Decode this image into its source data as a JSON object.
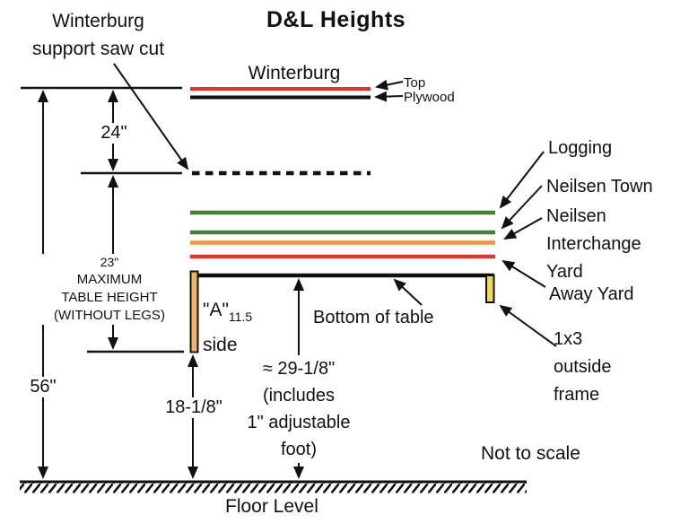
{
  "title": "D&L Heights",
  "annotations": {
    "saw_cut_line1": "Winterburg",
    "saw_cut_line2": "support saw cut",
    "winterburg_track": "Winterburg",
    "top_arrow_label": "Top",
    "plywood_arrow_label": "Plywood",
    "logging": "Logging",
    "neilsen_town": "Neilsen Town",
    "neilsen_interchange_line1": "Neilsen",
    "neilsen_interchange_line2": "Interchange",
    "neilsen_interchange_line3": "Yard",
    "away_yard": "Away Yard",
    "frame_line1": "1x3",
    "frame_line2": "outside",
    "frame_line3": "frame",
    "bottom_of_table": "Bottom of table",
    "a_side": {
      "a": "\"A\"",
      "sub": "11.5",
      "side": "side"
    },
    "not_to_scale": "Not to scale",
    "floor_level": "Floor Level"
  },
  "dimensions": {
    "height_24": "24\"",
    "height_23": "23\"",
    "max_table_line1": "MAXIMUM",
    "max_table_line2": "TABLE HEIGHT",
    "max_table_line3": "(WITHOUT LEGS)",
    "height_56": "56\"",
    "height_18": "18-1/8\"",
    "height_29_line1": "≈ 29-1/8\"",
    "height_29_line2": "(includes",
    "height_29_line3": "1\" adjustable",
    "height_29_line4": "foot)"
  },
  "colors": {
    "track_red": "#e5332a",
    "track_green": "#467f35",
    "track_orange": "#f29440",
    "leg_fill": "#f0b266",
    "frame_fill": "#f2dc3f",
    "line_black": "#111111"
  }
}
